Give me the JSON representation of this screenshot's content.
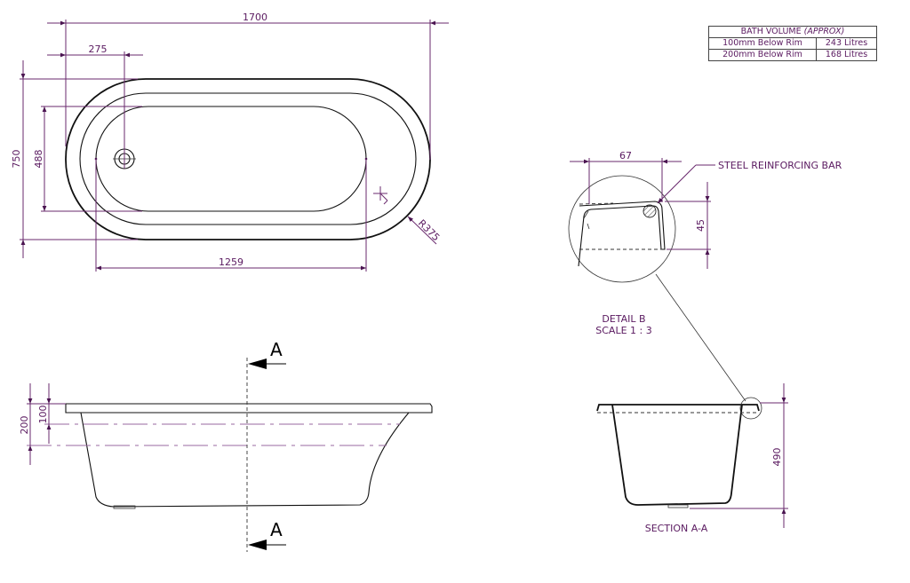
{
  "drawing": {
    "plan_view": {
      "dimensions": {
        "overall_length": "1700",
        "waste_offset": "275",
        "overall_width": "750",
        "inner_width": "488",
        "inner_length": "1259",
        "end_radius": "R375"
      }
    },
    "elevation_view": {
      "dimensions": {
        "rim_depth_100": "100",
        "rim_depth_200": "200"
      },
      "section_marker_top": "A",
      "section_marker_bottom": "A"
    },
    "detail_b": {
      "dimensions": {
        "width": "67",
        "height": "45"
      },
      "callout": "STEEL REINFORCING BAR",
      "title": "DETAIL B",
      "scale": "SCALE 1 : 3"
    },
    "section_aa": {
      "dimensions": {
        "height": "490"
      },
      "title": "SECTION A-A"
    }
  },
  "bath_volume_table": {
    "title": "BATH VOLUME",
    "title_note": "(APPROX)",
    "rows": [
      {
        "label": "100mm Below Rim",
        "value": "243 Litres"
      },
      {
        "label": "200mm Below Rim",
        "value": "168 Litres"
      }
    ]
  },
  "colors": {
    "dimension": "#6a2a6e",
    "text": "#5a1a60",
    "outline": "#111111"
  }
}
